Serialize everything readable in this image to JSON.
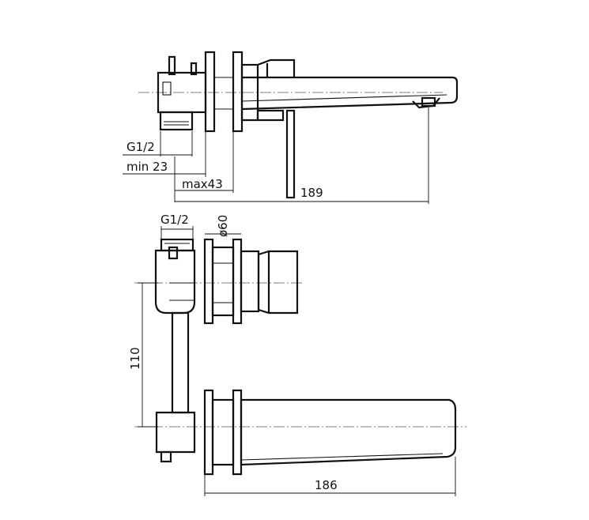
{
  "drawing": {
    "top_view": {
      "thread_label": "G1/2",
      "min_label": "min 23",
      "max_label": "max43",
      "spout_length_label": "189"
    },
    "front_view": {
      "thread_label": "G1/2",
      "rosette_diameter_label": "ø60",
      "spacing_label": "110",
      "spout_length_label": "186"
    },
    "line_color": "#111111",
    "background_color": "#ffffff"
  }
}
